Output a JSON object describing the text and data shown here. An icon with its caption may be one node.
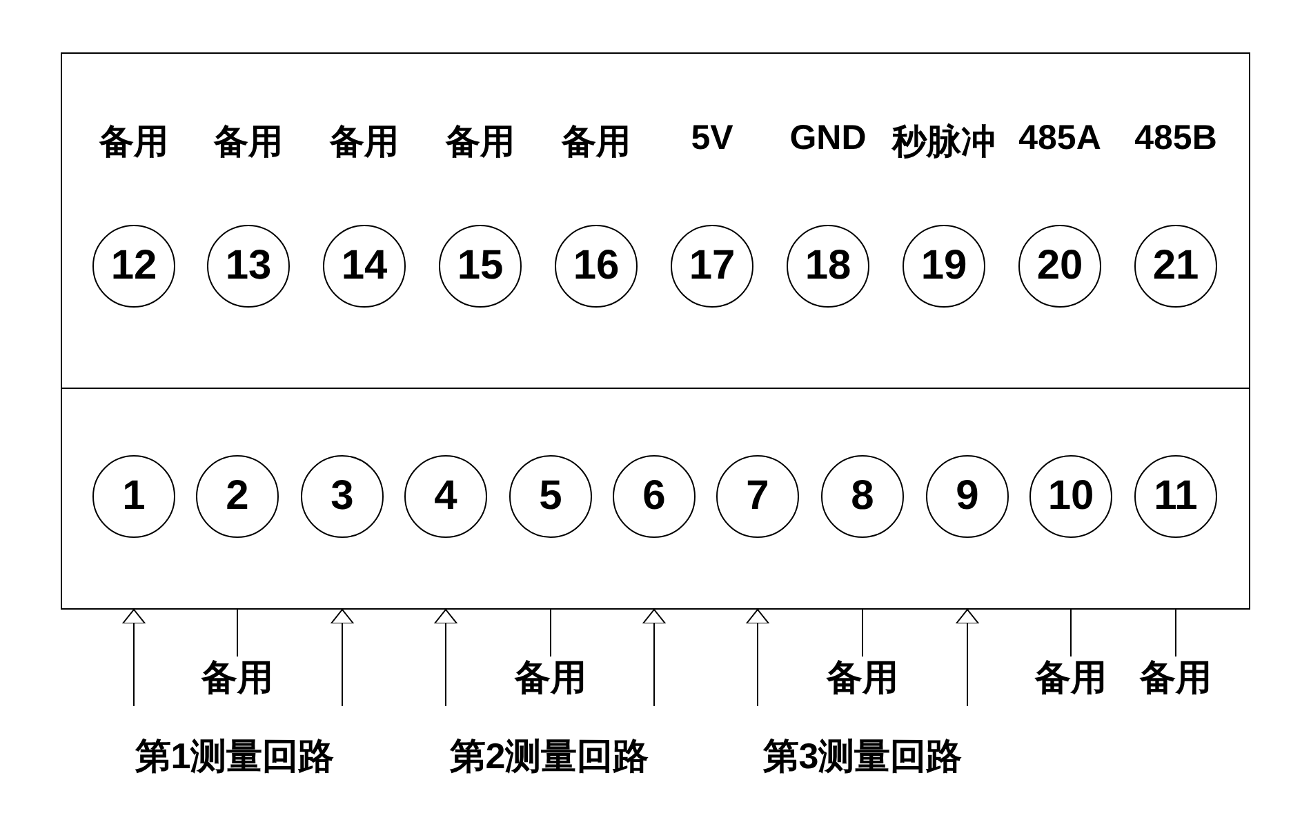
{
  "diagram": {
    "nodes": [
      {
        "text": [],
        "shape": "box"
      },
      {
        "text": [
          "备用",
          "12"
        ],
        "in": 0
      },
      {
        "text": [
          "备用",
          "13"
        ],
        "in": 0
      },
      {
        "text": [
          "备用",
          "14"
        ],
        "in": 0
      },
      {
        "text": [
          "备用",
          "15"
        ],
        "in": 0
      },
      {
        "text": [
          "备用",
          "16"
        ],
        "in": 0
      },
      {
        "text": [
          "5V",
          "17"
        ],
        "in": 0
      },
      {
        "text": [
          "GND",
          "18"
        ],
        "in": 0
      },
      {
        "text": [
          "秒脉冲",
          "19"
        ],
        "in": 0
      },
      {
        "text": [
          "485A",
          "20"
        ],
        "in": 0
      },
      {
        "text": [
          "485B",
          "21"
        ],
        "in": 0
      },
      {
        "text": [],
        "shape": "box"
      },
      {
        "text": [
          "1"
        ],
        "in": 11
      },
      {
        "text": [
          "2"
        ],
        "in": 11
      },
      {
        "text": [
          "3"
        ],
        "in": 11
      },
      {
        "text": [
          "4"
        ],
        "in": 11
      },
      {
        "text": [
          "5"
        ],
        "in": 11
      },
      {
        "text": [
          "6"
        ],
        "in": 11
      },
      {
        "text": [
          "7"
        ],
        "in": 11
      },
      {
        "text": [
          "8"
        ],
        "in": 11
      },
      {
        "text": [
          "9"
        ],
        "in": 11
      },
      {
        "text": [
          "10"
        ],
        "in": 11
      },
      {
        "text": [
          "11"
        ],
        "in": 11
      },
      {
        "text": [
          "备用"
        ]
      },
      {
        "text": [
          "备用"
        ]
      },
      {
        "text": [
          "备用"
        ]
      },
      {
        "text": [
          "备用"
        ]
      },
      {
        "text": [
          "备用"
        ]
      }
    ],
    "edges": [
      {
        "from": null,
        "to": 11,
        "arrow": "to"
      },
      {
        "from": null,
        "to": 11,
        "arrow": "to"
      },
      {
        "from": null,
        "to": 11,
        "arrow": "to"
      },
      {
        "from": null,
        "to": 11,
        "arrow": "to"
      },
      {
        "from": null,
        "to": 11,
        "arrow": "to"
      },
      {
        "from": null,
        "to": 11,
        "arrow": "to"
      },
      {
        "from": 23,
        "to": 11,
        "arrow": "none"
      },
      {
        "from": 24,
        "to": 11,
        "arrow": "none"
      },
      {
        "from": 25,
        "to": 11,
        "arrow": "none"
      },
      {
        "from": 26,
        "to": 11,
        "arrow": "none"
      },
      {
        "from": 27,
        "to": 11,
        "arrow": "none"
      }
    ],
    "labels": [
      "第1测量回路",
      "第2测量回路",
      "第3测量回路"
    ]
  }
}
